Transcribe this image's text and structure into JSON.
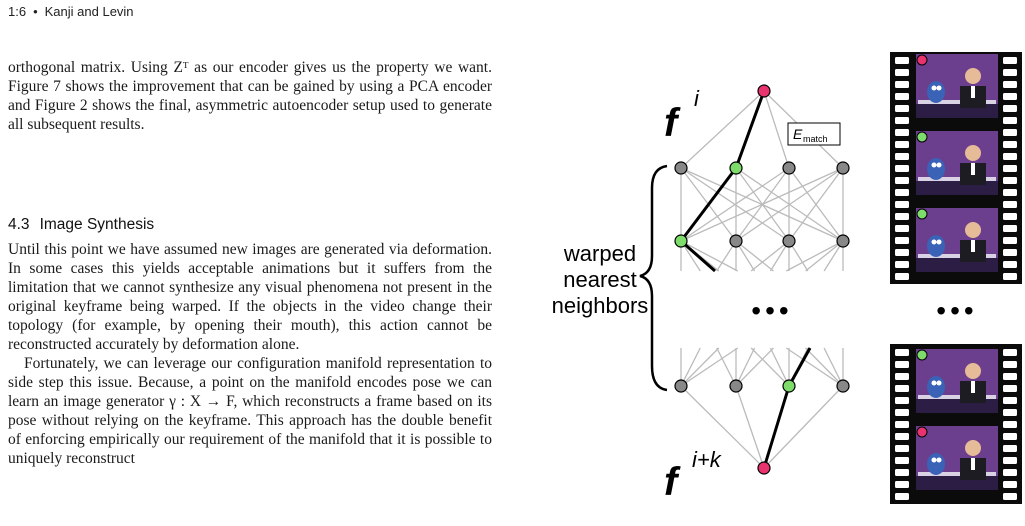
{
  "header": {
    "page": "1:6",
    "authors": "Kanji and Levin"
  },
  "body": {
    "para1": "orthogonal matrix. Using Zᵀ as our encoder gives us the property we want. Figure 7 shows the improvement that can be gained by using a PCA encoder and Figure 2 shows the final, asymmetric autoencoder setup used to generate all subsequent results.",
    "section_num": "4.3",
    "section_title": "Image Synthesis",
    "para2": "Until this point we have assumed new images are generated via deformation. In some cases this yields acceptable animations but it suffers from the limitation that we cannot synthesize any visual phenomena not present in the original keyframe being warped. If the objects in the video change their topology (for example, by opening their mouth), this action cannot be reconstructed accurately by deformation alone.",
    "para3": "Fortunately, we can leverage our configuration manifold representation to side step this issue. Because, a point on the manifold encodes pose we can learn an image generator γ : X → F, which reconstructs a frame based on its pose without relying on the keyframe. This approach has the double benefit of enforcing empirically our requirement of the manifold that it is possible to uniquely reconstruct"
  },
  "figure": {
    "label_top": "f",
    "sup_top": "i",
    "label_bottom": "f",
    "sup_bottom": "i+k",
    "energy_label": "E",
    "energy_sub": "match",
    "brace_label_1": "warped",
    "brace_label_2": "nearest",
    "brace_label_3": "neighbors",
    "ellipsis": "•••",
    "colors": {
      "node_gray": "#888888",
      "node_green": "#7ddc6a",
      "node_pink": "#e8336e",
      "edge_gray": "#bbbbbb",
      "path": "#000000"
    }
  }
}
